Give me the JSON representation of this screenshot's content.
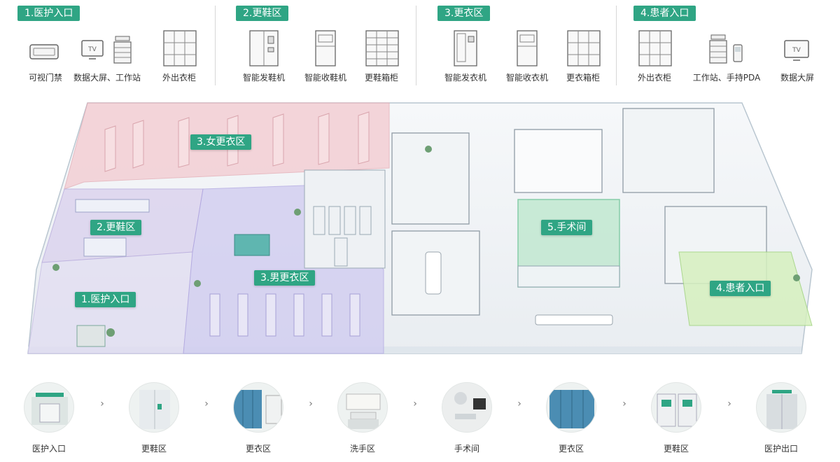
{
  "legend": {
    "groups": [
      {
        "title": "1.医护入口",
        "devices": [
          {
            "label": "可视门禁",
            "icon": "door-access-icon"
          },
          {
            "label": "数据大屏、工作站",
            "icon": "tv-workstation-icon"
          },
          {
            "label": "外出衣柜",
            "icon": "locker-icon"
          }
        ]
      },
      {
        "title": "2.更鞋区",
        "devices": [
          {
            "label": "智能发鞋机",
            "icon": "shoe-dispenser-icon"
          },
          {
            "label": "智能收鞋机",
            "icon": "shoe-collector-icon"
          },
          {
            "label": "更鞋箱柜",
            "icon": "shoe-cabinet-icon"
          }
        ]
      },
      {
        "title": "3.更衣区",
        "devices": [
          {
            "label": "智能发衣机",
            "icon": "clothes-dispenser-icon"
          },
          {
            "label": "智能收衣机",
            "icon": "clothes-collector-icon"
          },
          {
            "label": "更衣箱柜",
            "icon": "clothes-cabinet-icon"
          }
        ]
      },
      {
        "title": "4.患者入口",
        "devices": [
          {
            "label": "外出衣柜",
            "icon": "locker-icon"
          },
          {
            "label": "工作站、手持PDA",
            "icon": "workstation-pda-icon"
          },
          {
            "label": "数据大屏",
            "icon": "tv-icon"
          }
        ]
      }
    ],
    "tv_text": "TV"
  },
  "plan": {
    "zones": {
      "female_changing": "3.女更衣区",
      "shoe_change": "2.更鞋区",
      "staff_entrance": "1.医护入口",
      "male_changing": "3.男更衣区",
      "operating_room": "5.手术间",
      "patient_entrance": "4.患者入口"
    },
    "colors": {
      "female_zone": "#f3c9cf",
      "shoe_zone": "#dcd4ee",
      "male_zone": "#cfcaf0",
      "operating_zone": "#bfe8cf",
      "patient_zone": "#d6f0bf",
      "accent": "#2fa584"
    }
  },
  "flow": {
    "steps": [
      {
        "label": "医护入口",
        "icon": "staff-entrance-photo-icon"
      },
      {
        "label": "更鞋区",
        "icon": "shoe-area-photo-icon"
      },
      {
        "label": "更衣区",
        "icon": "changing-area-photo-icon"
      },
      {
        "label": "洗手区",
        "icon": "handwash-area-photo-icon"
      },
      {
        "label": "手术间",
        "icon": "operating-room-photo-icon"
      },
      {
        "label": "更衣区",
        "icon": "changing-area-photo-icon"
      },
      {
        "label": "更鞋区",
        "icon": "shoe-area-photo-icon"
      },
      {
        "label": "医护出口",
        "icon": "staff-exit-photo-icon"
      }
    ],
    "arrow": "›"
  }
}
